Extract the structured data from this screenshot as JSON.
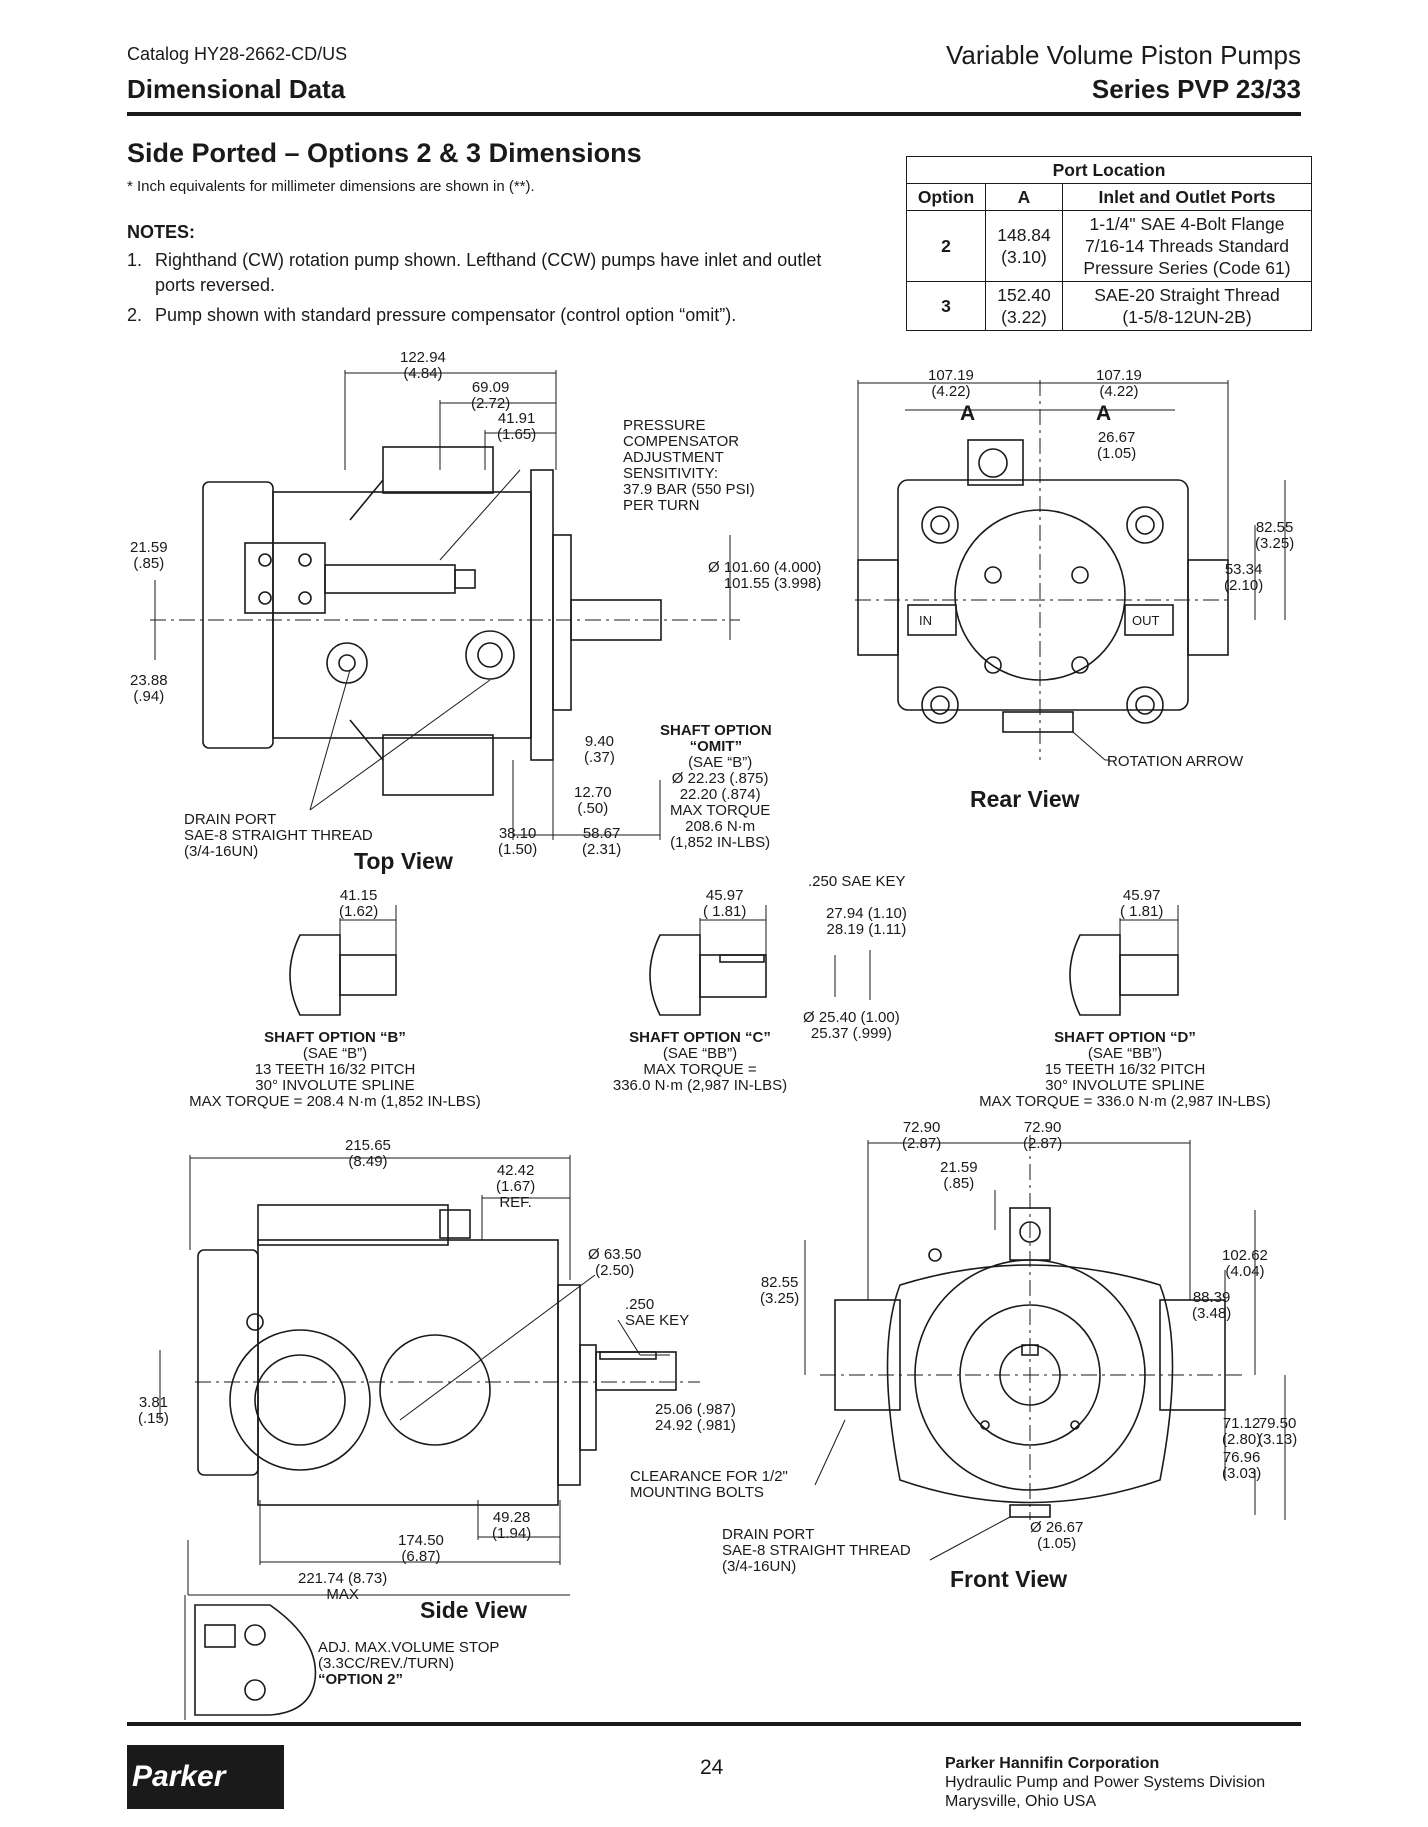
{
  "header": {
    "catalog": "Catalog HY28-2662-CD/US",
    "section": "Dimensional Data",
    "product": "Variable Volume Piston Pumps",
    "series": "Series PVP 23/33"
  },
  "page_title": "Side Ported – Options 2 & 3 Dimensions",
  "inch_note": "* Inch equivalents for millimeter dimensions are shown in (**).",
  "notes": {
    "heading": "NOTES:",
    "items": [
      {
        "num": "1.",
        "text": "Righthand (CW) rotation pump shown. Lefthand (CCW) pumps have inlet and outlet ports reversed."
      },
      {
        "num": "2.",
        "text": "Pump shown with standard pressure compensator (control option “omit”)."
      }
    ]
  },
  "port_table": {
    "caption": "Port Location",
    "headers": [
      "Option",
      "A",
      "Inlet and Outlet Ports"
    ],
    "rows": [
      {
        "option": "2",
        "a_mm": "148.84",
        "a_in": "(3.10)",
        "ports": [
          "1-1/4\" SAE 4-Bolt Flange",
          "7/16-14 Threads Standard",
          "Pressure Series (Code 61)"
        ]
      },
      {
        "option": "3",
        "a_mm": "152.40",
        "a_in": "(3.22)",
        "ports": [
          "SAE-20 Straight Thread",
          "(1-5/8-12UN-2B)"
        ]
      }
    ]
  },
  "top_view": {
    "title": "Top View",
    "dims": {
      "d1": "122.94\n(4.84)",
      "d2": "69.09\n(2.72)",
      "d3": "41.91\n(1.65)",
      "d4": "21.59\n(.85)",
      "d5": "23.88\n(.94)",
      "d6": "9.40\n(.37)",
      "d7": "12.70\n(.50)",
      "d8": "38.10\n(1.50)",
      "d9": "58.67\n(2.31)",
      "pilot": "Ø 101.60 (4.000)\n101.55 (3.998)"
    },
    "compensator_note": "PRESSURE\nCOMPENSATOR\nADJUSTMENT\nSENSITIVITY:\n37.9 BAR (550 PSI)\nPER TURN",
    "drain_port": "DRAIN PORT\nSAE-8 STRAIGHT THREAD\n(3/4-16UN)",
    "shaft_omit": {
      "title": "SHAFT OPTION\n“OMIT”",
      "body": "(SAE “B”)\nØ 22.23 (.875)\n22.20 (.874)\nMAX TORQUE\n208.6 N·m\n(1,852 IN-LBS)"
    }
  },
  "rear_view": {
    "title": "Rear View",
    "dims": {
      "d1": "107.19\n(4.22)",
      "d2": "107.19\n(4.22)",
      "a_left": "A",
      "a_right": "A",
      "d3": "26.67\n(1.05)",
      "d4": "82.55\n(3.25)",
      "d5": "53.34\n(2.10)"
    },
    "port_in": "IN",
    "port_out": "OUT",
    "rotation": "ROTATION ARROW"
  },
  "shaft_options": [
    {
      "dim": "41.15\n(1.62)",
      "title": "SHAFT OPTION “B”",
      "body": "(SAE “B”)\n13 TEETH 16/32 PITCH\n30° INVOLUTE SPLINE\nMAX TORQUE = 208.4 N·m (1,852 IN-LBS)"
    },
    {
      "dim": "45.97\n( 1.81)",
      "title": "SHAFT OPTION “C”",
      "body": "(SAE “BB”)\nMAX TORQUE =\n336.0 N·m (2,987 IN-LBS)",
      "key": ".250 SAE KEY",
      "extra1": "27.94 (1.10)\n28.19 (1.11)",
      "extra2": "Ø 25.40 (1.00)\n25.37 (.999)"
    },
    {
      "dim": "45.97\n( 1.81)",
      "title": "SHAFT OPTION “D”",
      "body": "(SAE “BB”)\n15 TEETH 16/32 PITCH\n30° INVOLUTE SPLINE\nMAX TORQUE = 336.0 N·m (2,987 IN-LBS)"
    }
  ],
  "side_view": {
    "title": "Side View",
    "dims": {
      "d1": "215.65\n(8.49)",
      "d2": "42.42\n(1.67)\nREF.",
      "d3": "3.81\n(.15)",
      "d4": "Ø 63.50\n(2.50)",
      "d5": ".250\nSAE KEY",
      "d6": "25.06 (.987)\n24.92 (.981)",
      "d7": "49.28\n(1.94)",
      "d8": "174.50\n(6.87)",
      "d9": "221.74 (8.73)\nMAX"
    },
    "clearance": "CLEARANCE FOR 1/2\"\nMOUNTING BOLTS",
    "stop": "ADJ. MAX.VOLUME STOP\n(3.3CC/REV./TURN)",
    "stop_option": "“OPTION 2”"
  },
  "front_view": {
    "title": "Front View",
    "dims": {
      "d1": "72.90\n(2.87)",
      "d2": "72.90\n(2.87)",
      "d3": "21.59\n(.85)",
      "d4": "82.55\n(3.25)",
      "d5": "102.62\n(4.04)",
      "d6": "88.39\n(3.48)",
      "d7": "71.12\n(2.80)",
      "d8": "79.50\n(3.13)",
      "d9": "76.96\n(3.03)",
      "d10": "Ø 26.67\n(1.05)"
    },
    "drain_port": "DRAIN PORT\nSAE-8 STRAIGHT THREAD\n(3/4-16UN)"
  },
  "footer": {
    "logo": "Parker",
    "page": "24",
    "corp": "Parker Hannifin Corporation",
    "division": "Hydraulic Pump and Power Systems Division",
    "city": "Marysville, Ohio USA"
  }
}
